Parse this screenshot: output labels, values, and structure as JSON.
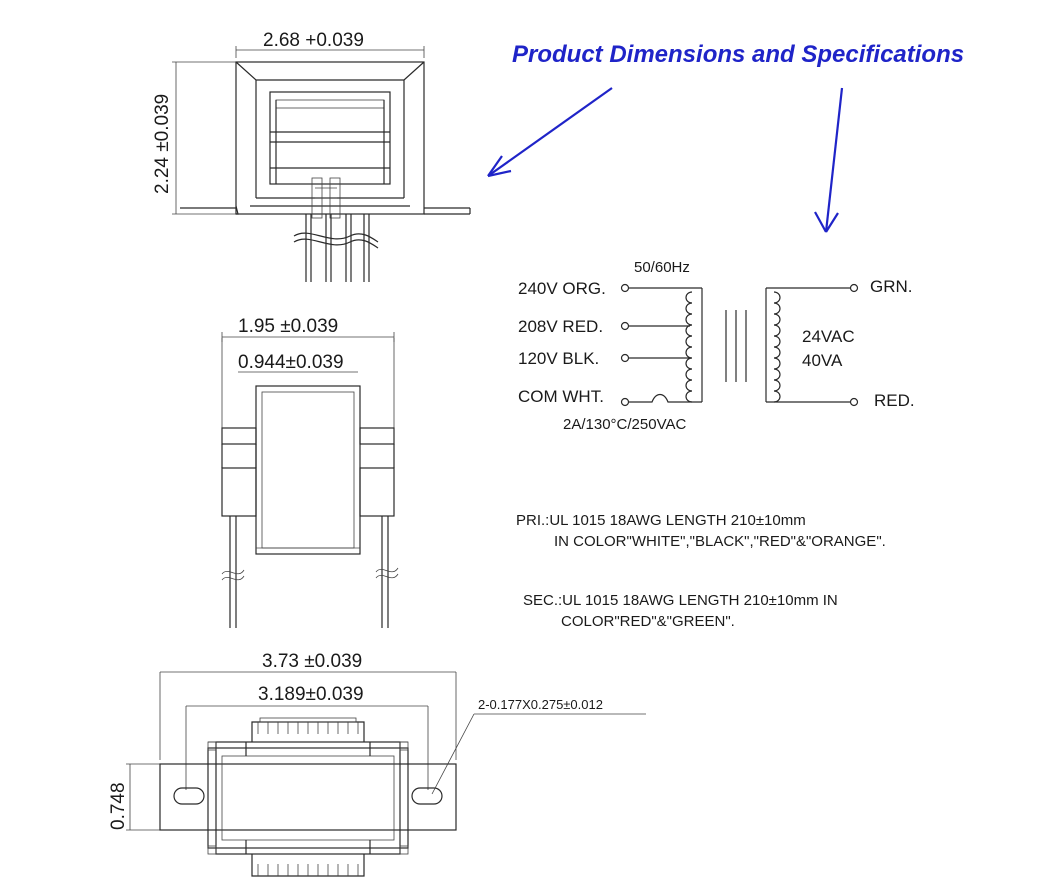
{
  "title": "Product Dimensions and  Specifications",
  "top_view": {
    "width_dim": "2.68 +0.039",
    "height_dim": "2.24 ±0.039"
  },
  "side_view": {
    "outer_dim": "1.95 ±0.039",
    "inner_dim": "0.944±0.039"
  },
  "bottom_view": {
    "outer_dim": "3.73 ±0.039",
    "inner_dim": "3.189±0.039",
    "height_dim": "0.748",
    "hole_dim": "2-0.177X0.275±0.012"
  },
  "schematic": {
    "frequency": "50/60Hz",
    "primary_taps": [
      "240V ORG.",
      "208V RED.",
      "120V BLK.",
      "COM WHT."
    ],
    "fuse": "2A/130°C/250VAC",
    "secondary_top": "GRN.",
    "secondary_bottom": "RED.",
    "secondary_voltage": "24VAC",
    "secondary_power": "40VA"
  },
  "specs": {
    "pri_line1": "PRI.:UL 1015 18AWG LENGTH 210±10mm",
    "pri_line2": "IN COLOR\"WHITE\",\"BLACK\",\"RED\"&\"ORANGE\".",
    "sec_line1": "SEC.:UL 1015 18AWG LENGTH 210±10mm IN",
    "sec_line2": "COLOR\"RED\"&\"GREEN\"."
  }
}
